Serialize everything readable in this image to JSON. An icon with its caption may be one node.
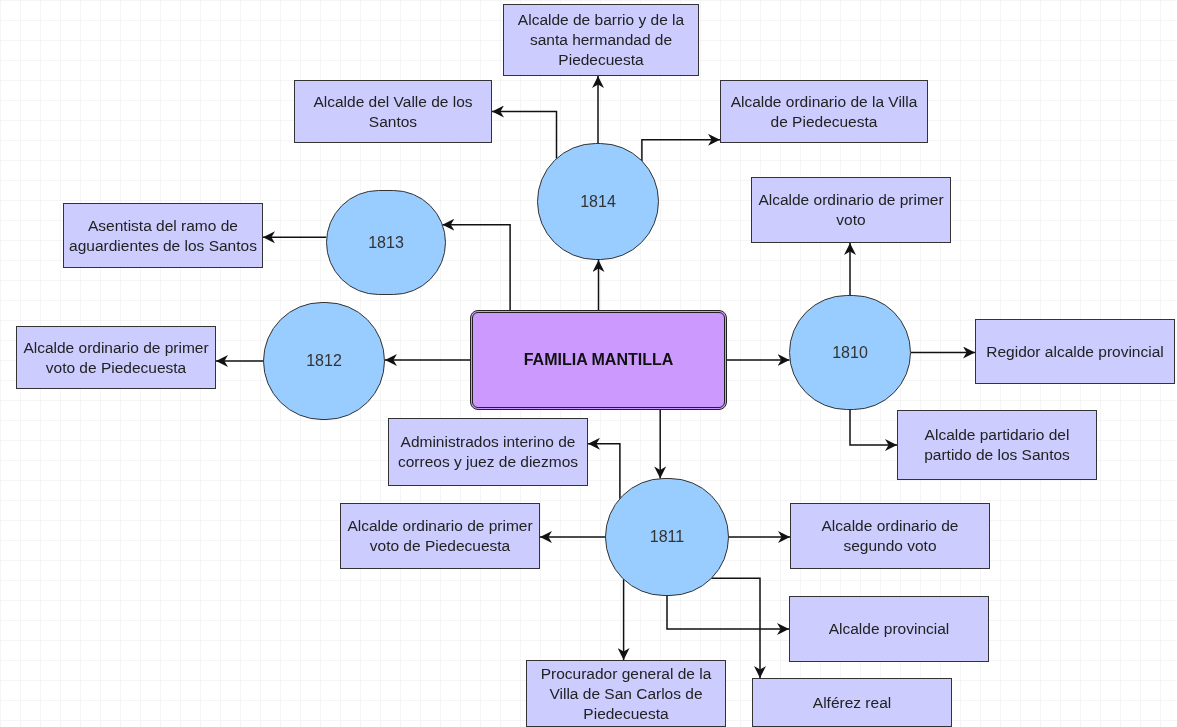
{
  "diagram": {
    "nodes": [
      {
        "text": [
          "FAMILIA MANTILLA"
        ]
      },
      {
        "text": [
          "1814"
        ]
      },
      {
        "text": [
          "Alcalde de barrio y de la santa hermandad de Piedecuesta"
        ]
      },
      {
        "text": [
          "Alcalde del Valle de los Santos"
        ]
      },
      {
        "text": [
          "Alcalde ordinario de la Villa de Piedecuesta"
        ]
      },
      {
        "text": [
          "1813"
        ]
      },
      {
        "text": [
          "Asentista del ramo de aguardientes de los Santos"
        ]
      },
      {
        "text": [
          "1812"
        ]
      },
      {
        "text": [
          "Alcalde ordinario de primer voto de Piedecuesta"
        ]
      },
      {
        "text": [
          "1810"
        ]
      },
      {
        "text": [
          "Alcalde ordinario de primer voto"
        ]
      },
      {
        "text": [
          "Regidor alcalde provincial"
        ]
      },
      {
        "text": [
          "Alcalde partidario del partido de los Santos"
        ]
      },
      {
        "text": [
          "1811"
        ]
      },
      {
        "text": [
          "Administrados interino de correos y juez de diezmos"
        ]
      },
      {
        "text": [
          "Alcalde ordinario de primer voto de Piedecuesta"
        ]
      },
      {
        "text": [
          "Alcalde ordinario de segundo voto"
        ]
      },
      {
        "text": [
          "Alcalde provincial"
        ]
      },
      {
        "text": [
          "Procurador general de la Villa de San Carlos de Piedecuesta"
        ]
      },
      {
        "text": [
          "Alférez real"
        ]
      }
    ],
    "edges": [
      {
        "from": 0,
        "to": 1,
        "arrow": "to"
      },
      {
        "from": 0,
        "to": 5,
        "arrow": "to"
      },
      {
        "from": 0,
        "to": 7,
        "arrow": "to"
      },
      {
        "from": 0,
        "to": 9,
        "arrow": "to"
      },
      {
        "from": 0,
        "to": 13,
        "arrow": "to"
      },
      {
        "from": 1,
        "to": 2,
        "arrow": "to"
      },
      {
        "from": 1,
        "to": 3,
        "arrow": "to"
      },
      {
        "from": 1,
        "to": 4,
        "arrow": "to"
      },
      {
        "from": 5,
        "to": 6,
        "arrow": "to"
      },
      {
        "from": 7,
        "to": 8,
        "arrow": "to"
      },
      {
        "from": 9,
        "to": 10,
        "arrow": "to"
      },
      {
        "from": 9,
        "to": 11,
        "arrow": "to"
      },
      {
        "from": 9,
        "to": 12,
        "arrow": "to"
      },
      {
        "from": 13,
        "to": 14,
        "arrow": "to"
      },
      {
        "from": 13,
        "to": 15,
        "arrow": "to"
      },
      {
        "from": 13,
        "to": 16,
        "arrow": "to"
      },
      {
        "from": 13,
        "to": 17,
        "arrow": "to"
      },
      {
        "from": 13,
        "to": 18,
        "arrow": "to"
      },
      {
        "from": 13,
        "to": 19,
        "arrow": "to"
      }
    ]
  }
}
